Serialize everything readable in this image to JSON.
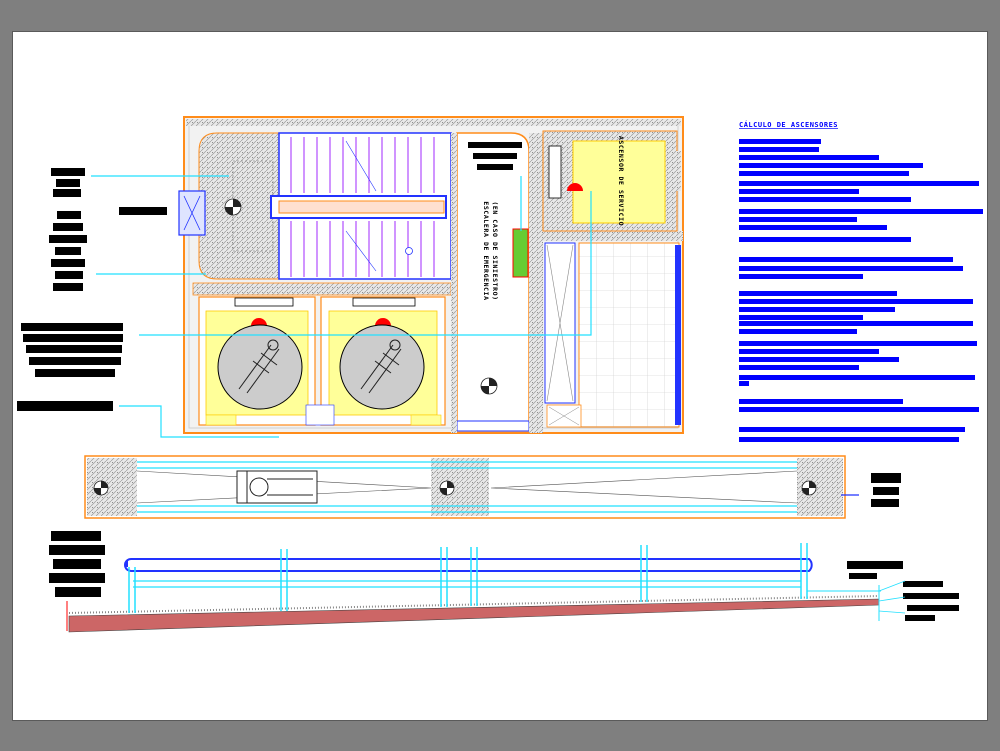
{
  "sheet": {
    "background_color": "#ffffff",
    "frame_color": "#7f7f7f"
  },
  "notes": {
    "calc_title": "CÁLCULO DE ASCENSORES",
    "service_elevator_label": "ASCENSOR DE SERVICIO",
    "emergency_stair_label": "ESCALERA DE EMERGENCIA",
    "emergency_stair_sublabel": "(EN CASO DE SINIESTRO)"
  },
  "colors": {
    "wall_outline": "#ff8c1a",
    "wall_fill": "#f0f0f0",
    "hatch": "#9a9a9a",
    "stair_treads": "#b04dff",
    "stair_outline": "#2233ff",
    "cyan_lines": "#22e0ff",
    "equipment_yellow": "#ffff99",
    "elevator_car": "#cccccc",
    "red_marker": "#ff0000",
    "green_panel": "#66cc33",
    "text_blocks_blue": "#0000ff",
    "ramp_floor": "#cc6666"
  },
  "icons": {
    "door_symbol": "pivot-door-icon",
    "wheelchair": "wheelchair-icon",
    "level_marker": "level-marker-icon"
  }
}
